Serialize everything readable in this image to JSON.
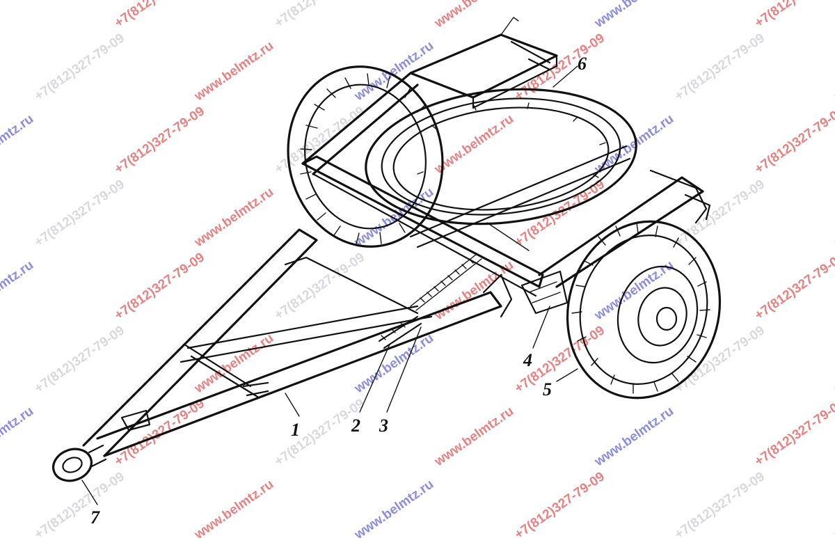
{
  "colors": {
    "line": "#111111",
    "watermark_red": "#e24a4a",
    "watermark_blue": "#5a5ad8",
    "watermark_faint": "#c8c8d0"
  },
  "watermarks": {
    "site": "www.belmtz.ru",
    "phone": "+7(812)327-79-09"
  },
  "callouts": {
    "c1": "1",
    "c2": "2",
    "c3": "3",
    "c4": "4",
    "c5": "5",
    "c6": "6",
    "c7": "7"
  }
}
